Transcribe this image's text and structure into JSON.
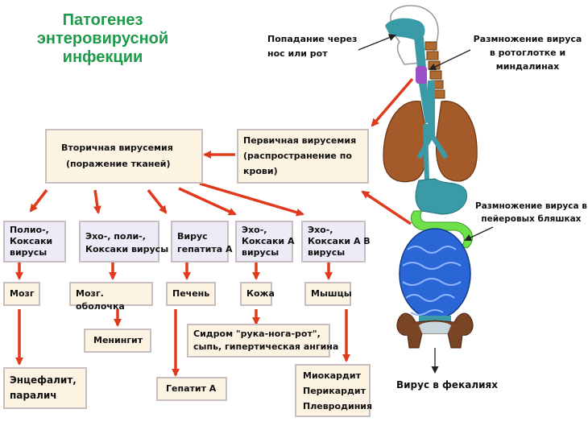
{
  "title_lines": [
    "Патогенез",
    "энтеровирусной",
    "инфекции"
  ],
  "labels": {
    "entry": [
      "Попадание через",
      "нос или рот"
    ],
    "throat": [
      "Размножение вируса",
      "в ротоглотке и",
      "миндалинах"
    ],
    "peyer": [
      "Размножение вируса в",
      "пейеровых бляшках"
    ],
    "feces": "Вирус в фекалиях"
  },
  "boxes": {
    "secondary": [
      "Вторичная вирусемия",
      "(поражение тканей)"
    ],
    "primary": [
      "Первичная вирусемия",
      "(распространение по",
      "крови)"
    ],
    "v1": [
      "Полио-,",
      "Коксаки",
      "вирусы"
    ],
    "v2": [
      "Эхо-, поли-,",
      "Коксаки вирусы"
    ],
    "v3": [
      "Вирус",
      "гепатита А"
    ],
    "v4": [
      "Эхо-,",
      "Коксаки А",
      "вирусы"
    ],
    "v5": [
      "Эхо-,",
      "Коксаки А В",
      "вирусы"
    ],
    "o1": "Мозг",
    "o2": "Мозг. оболочка",
    "o3": "Печень",
    "o4": "Кожа",
    "o5": "Мышцы",
    "meningitis": "Менингит",
    "syndrome": [
      "Сидром \"рука-нога-рот\",",
      "сыпь, гипертическая ангина"
    ],
    "encephalitis": [
      "Энцефалит,",
      "паралич"
    ],
    "hepatitis": "Гепатит А",
    "heart": [
      "Миокардит",
      "Перикардит",
      "Плевродиния"
    ]
  },
  "icons": [
    "human-anatomy-icon"
  ],
  "colors": {
    "title": "#1f9a4a",
    "arrow": "#e03a1e",
    "box_border": "#c8bec0",
    "cream": "#fdf3e3",
    "lavender": "#ecebf7",
    "teal": "#3a9aa5",
    "lung": "#a55a2a",
    "intestine": "#2a66d6",
    "peyer": "#6ee04a",
    "bone": "#7a4525"
  }
}
